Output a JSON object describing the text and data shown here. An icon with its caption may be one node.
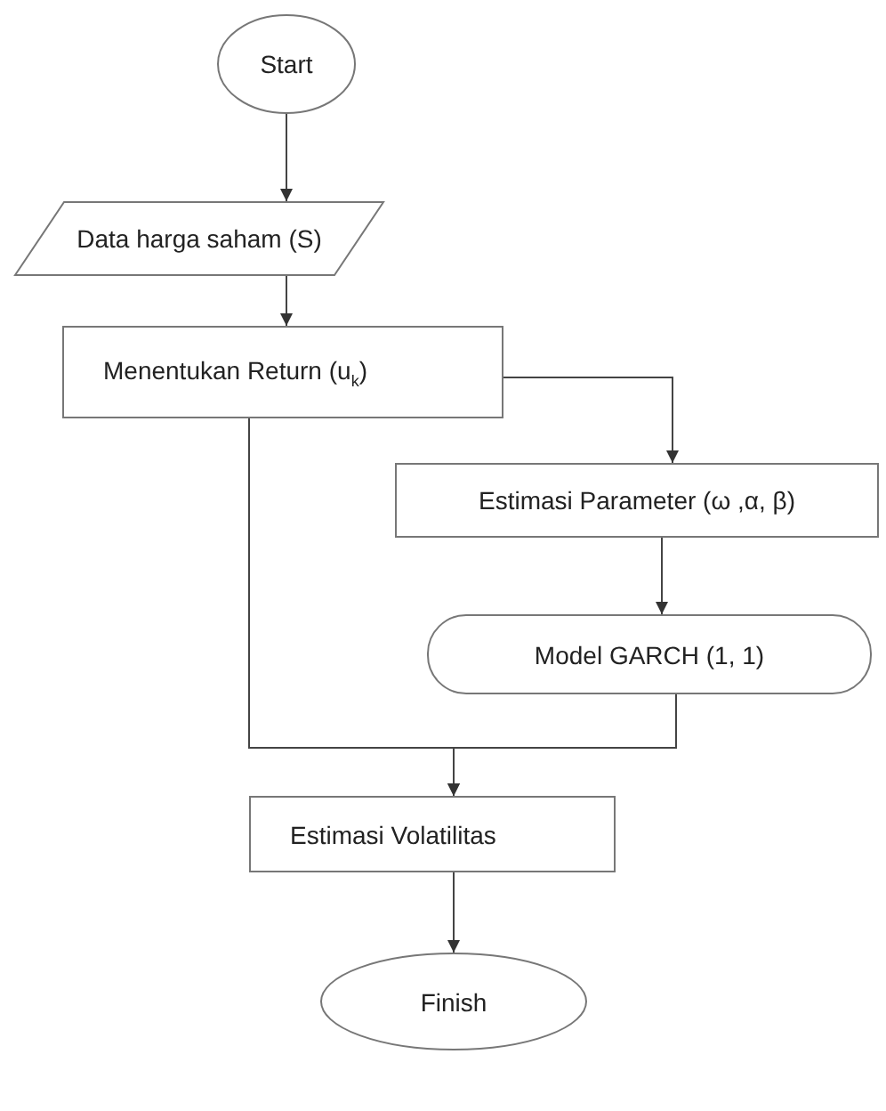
{
  "diagram": {
    "nodes": [
      {
        "text": [
          "Start"
        ]
      },
      {
        "text": [
          "Data harga saham (S)"
        ]
      },
      {
        "text": [
          "Menentukan Return (u$_{k}$)"
        ]
      },
      {
        "text": [
          "Estimasi Parameter (ω ,α, β)"
        ]
      },
      {
        "text": [
          "Model GARCH (1, 1)"
        ]
      },
      {
        "text": [
          "Estimasi Volatilitas"
        ]
      },
      {
        "text": [
          "Finish"
        ]
      }
    ],
    "edges": [
      {
        "from": 0,
        "to": 1,
        "arrow": "to"
      },
      {
        "from": 1,
        "to": 2,
        "arrow": "to"
      },
      {
        "from": 2,
        "to": 3,
        "arrow": "to"
      },
      {
        "from": 3,
        "to": 4,
        "arrow": "to"
      },
      {
        "from": 2,
        "to": 5,
        "arrow": "to"
      },
      {
        "from": 4,
        "to": 5,
        "arrow": "to"
      },
      {
        "from": 5,
        "to": 6,
        "arrow": "to"
      }
    ]
  }
}
